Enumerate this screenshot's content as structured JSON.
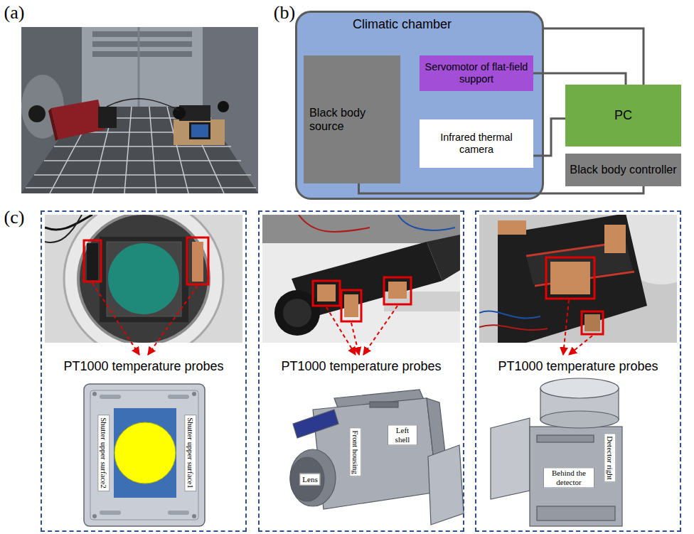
{
  "diagram": {
    "nodes": [
      {
        "text": [
          "Climatic chamber"
        ]
      },
      {
        "text": [
          "Black body source"
        ],
        "in": 0
      },
      {
        "text": [
          "Servomotor of flat-field support"
        ],
        "in": 0
      },
      {
        "text": [
          "Infrared thermal camera"
        ],
        "in": 0
      },
      {
        "text": [
          "PC"
        ]
      },
      {
        "text": [
          "Black body controller"
        ]
      },
      {
        "text": [
          "PT1000 temperature probes"
        ]
      },
      {
        "text": [
          "PT1000 temperature probes"
        ]
      },
      {
        "text": [
          "PT1000 temperature probes"
        ]
      }
    ],
    "edges": [
      {
        "from": 0,
        "to": 4,
        "arrow": "none"
      },
      {
        "from": 2,
        "to": 4,
        "arrow": "none"
      },
      {
        "from": 3,
        "to": 4,
        "arrow": "none"
      },
      {
        "from": 1,
        "to": 5,
        "arrow": "none"
      }
    ],
    "labels": [
      "(a)",
      "(b)",
      "(c)",
      "Shutter upper surface2",
      "Shutter upper surface1",
      "Lens",
      "Front housing",
      "Left shell",
      "Detector right",
      "Behind the detector"
    ]
  }
}
